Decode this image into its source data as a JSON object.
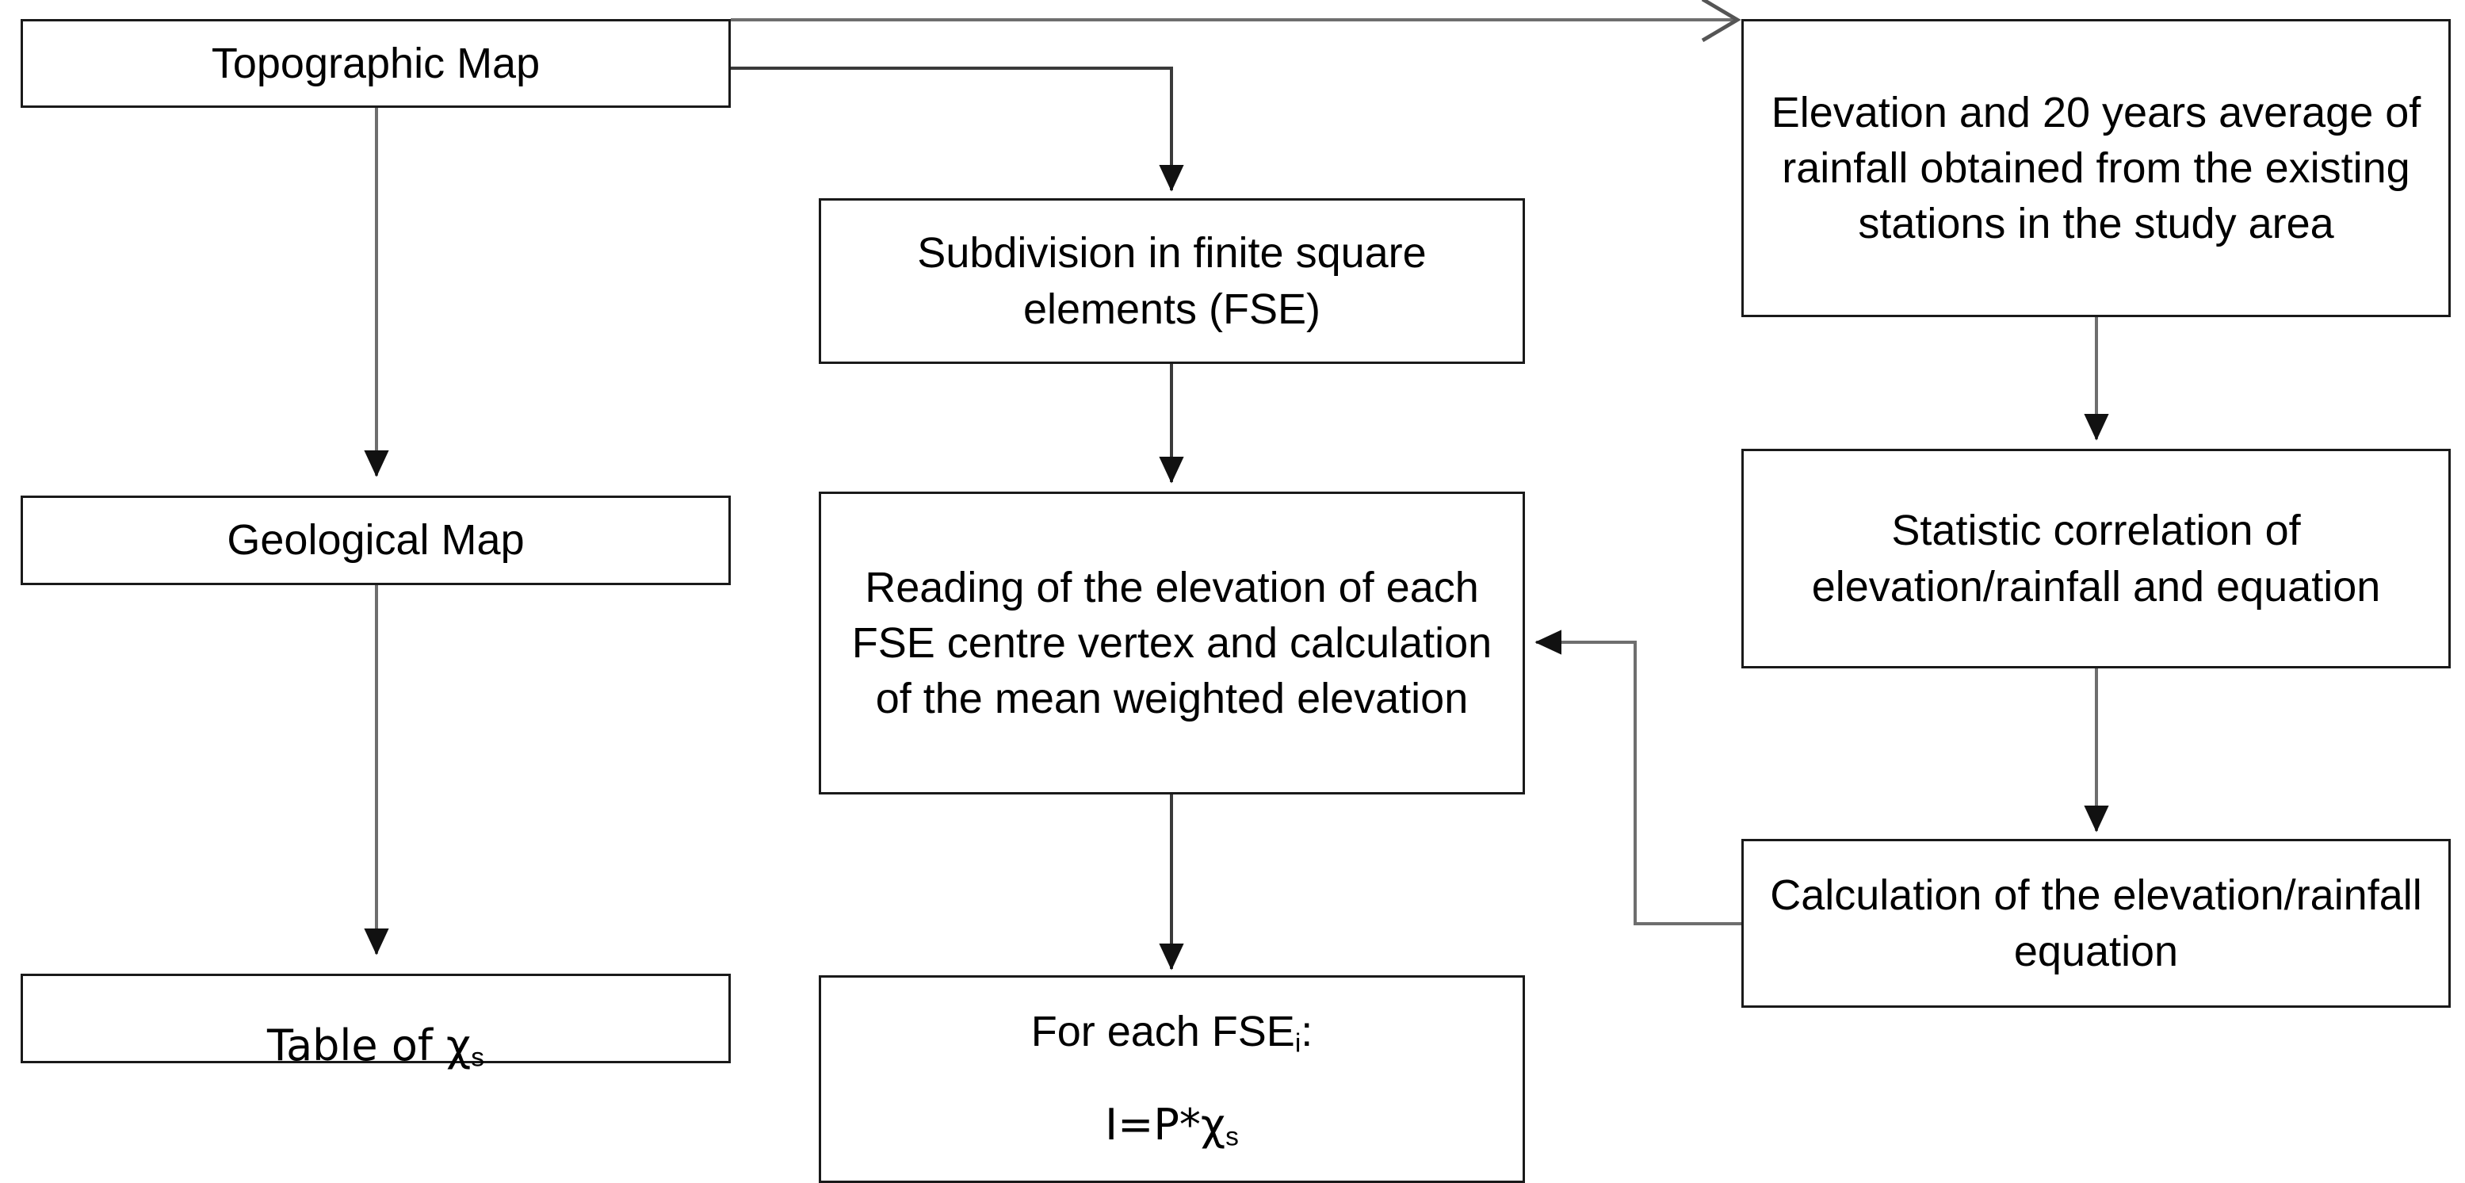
{
  "diagram": {
    "type": "flowchart",
    "title": "",
    "nodes": [
      {
        "id": "topographic-map",
        "label": "Topographic Map"
      },
      {
        "id": "geological-map",
        "label": "Geological Map"
      },
      {
        "id": "table-of-chi-s",
        "label": "Table of  χ",
        "subscript": "s"
      },
      {
        "id": "subdivision-fse",
        "label": "Subdivision in finite square elements (FSE)"
      },
      {
        "id": "reading-elevation",
        "label": "Reading of the elevation of each FSE centre vertex and calculation of the mean weighted elevation"
      },
      {
        "id": "for-each-fse",
        "line1_prefix": "For each FSE",
        "line1_sub": "i",
        "line1_suffix": ":",
        "line2_prefix": "I=P*χ",
        "line2_sub": "s"
      },
      {
        "id": "elevation-rainfall-data",
        "label": "Elevation and 20 years average of rainfall obtained from the existing stations in the study area"
      },
      {
        "id": "statistic-correlation",
        "label": "Statistic correlation of elevation/rainfall and equation"
      },
      {
        "id": "calculation-equation",
        "label": "Calculation of the elevation/rainfall equation"
      }
    ],
    "edges": [
      {
        "from": "topographic-map",
        "to": "elevation-rainfall-data",
        "style": "open-arrow"
      },
      {
        "from": "topographic-map",
        "to": "subdivision-fse",
        "style": "solid-arrow"
      },
      {
        "from": "topographic-map",
        "to": "geological-map",
        "style": "solid-arrow"
      },
      {
        "from": "geological-map",
        "to": "table-of-chi-s",
        "style": "solid-arrow"
      },
      {
        "from": "subdivision-fse",
        "to": "reading-elevation",
        "style": "solid-arrow"
      },
      {
        "from": "reading-elevation",
        "to": "for-each-fse",
        "style": "solid-arrow"
      },
      {
        "from": "elevation-rainfall-data",
        "to": "statistic-correlation",
        "style": "solid-arrow"
      },
      {
        "from": "statistic-correlation",
        "to": "calculation-equation",
        "style": "solid-arrow"
      },
      {
        "from": "calculation-equation",
        "to": "reading-elevation",
        "style": "solid-arrow"
      }
    ],
    "colors": {
      "box_border": "#1a1a1a",
      "box_fill": "#ffffff",
      "connector": "#808080",
      "text": "#000000",
      "background": "#ffffff"
    }
  }
}
